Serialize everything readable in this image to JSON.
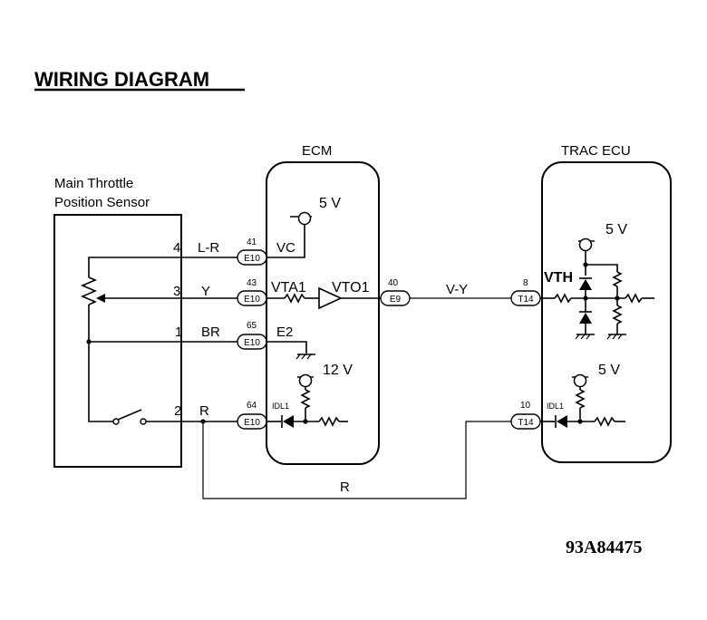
{
  "title": "WIRING DIAGRAM",
  "diagram_code": "93A84475",
  "components": {
    "sensor": {
      "line1": "Main Throttle",
      "line2": "Position Sensor"
    },
    "ecm": "ECM",
    "trac": "TRAC ECU"
  },
  "sensor_pins": [
    {
      "pin": "4",
      "wire": "L-R"
    },
    {
      "pin": "3",
      "wire": "Y"
    },
    {
      "pin": "1",
      "wire": "BR"
    },
    {
      "pin": "2",
      "wire": "R"
    }
  ],
  "ecm_connectors": [
    {
      "pin": "41",
      "conn": "E10",
      "signal": "VC"
    },
    {
      "pin": "43",
      "conn": "E10",
      "signal": "VTA1"
    },
    {
      "pin": "65",
      "conn": "E10",
      "signal": "E2"
    },
    {
      "pin": "64",
      "conn": "E10",
      "signal": "IDL1"
    }
  ],
  "ecm_output": {
    "pin": "40",
    "conn": "E9",
    "signal": "VTO1"
  },
  "ecm_supply": {
    "vc": "5 V",
    "idl": "12 V"
  },
  "link_wire": "V-Y",
  "return_wire": "R",
  "trac_connectors": [
    {
      "pin": "8",
      "conn": "T14",
      "signal": "VTH"
    },
    {
      "pin": "10",
      "conn": "T14",
      "signal": "IDL1"
    }
  ],
  "trac_supply": {
    "vth": "5 V",
    "idl": "5 V"
  }
}
